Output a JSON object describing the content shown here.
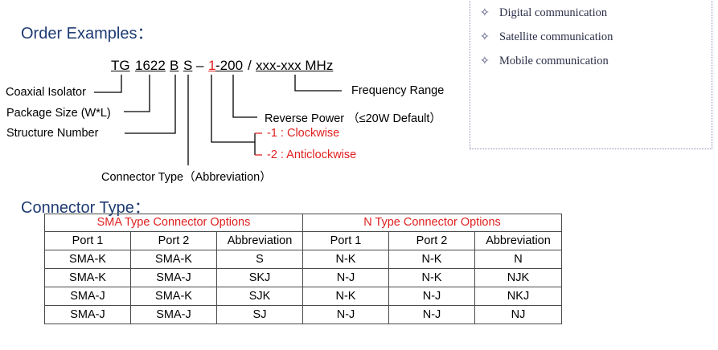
{
  "applications": [
    {
      "icon": "✧",
      "label": "Digital communication"
    },
    {
      "icon": "✧",
      "label": "Satellite communication"
    },
    {
      "icon": "✧",
      "label": "Mobile communication"
    }
  ],
  "order": {
    "heading": "Order Examples：",
    "code": {
      "tg": "TG",
      "size": "1622",
      "b": "B",
      "s": "S",
      "dash1": "–",
      "dir": "1",
      "power": "-200",
      "slash": "/",
      "freq": "xxx-xxx MHz"
    },
    "labels": {
      "coaxial_isolator": "Coaxial Isolator",
      "package_size": "Package Size (W*L)",
      "structure_number": "Structure Number",
      "connector_type": "Connector Type（Abbreviation）",
      "frequency_range": "Frequency Range",
      "reverse_power": "Reverse Power （≤20W Default）",
      "clockwise": "-1 : Clockwise",
      "anticlockwise": "-2 : Anticlockwise"
    }
  },
  "connector": {
    "heading": "Connector Type：",
    "groups": [
      "SMA Type Connector Options",
      "N Type Connector Options"
    ],
    "columns": [
      "Port 1",
      "Port 2",
      "Abbreviation",
      "Port 1",
      "Port 2",
      "Abbreviation"
    ],
    "rows": [
      [
        "SMA-K",
        "SMA-K",
        "S",
        "N-K",
        "N-K",
        "N"
      ],
      [
        "SMA-K",
        "SMA-J",
        "SKJ",
        "N-J",
        "N-K",
        "NJK"
      ],
      [
        "SMA-J",
        "SMA-K",
        "SJK",
        "N-K",
        "N-J",
        "NKJ"
      ],
      [
        "SMA-J",
        "SMA-J",
        "SJ",
        "N-J",
        "N-J",
        "NJ"
      ]
    ]
  },
  "colors": {
    "heading": "#1e3b73",
    "accent_red": "#e02020"
  }
}
